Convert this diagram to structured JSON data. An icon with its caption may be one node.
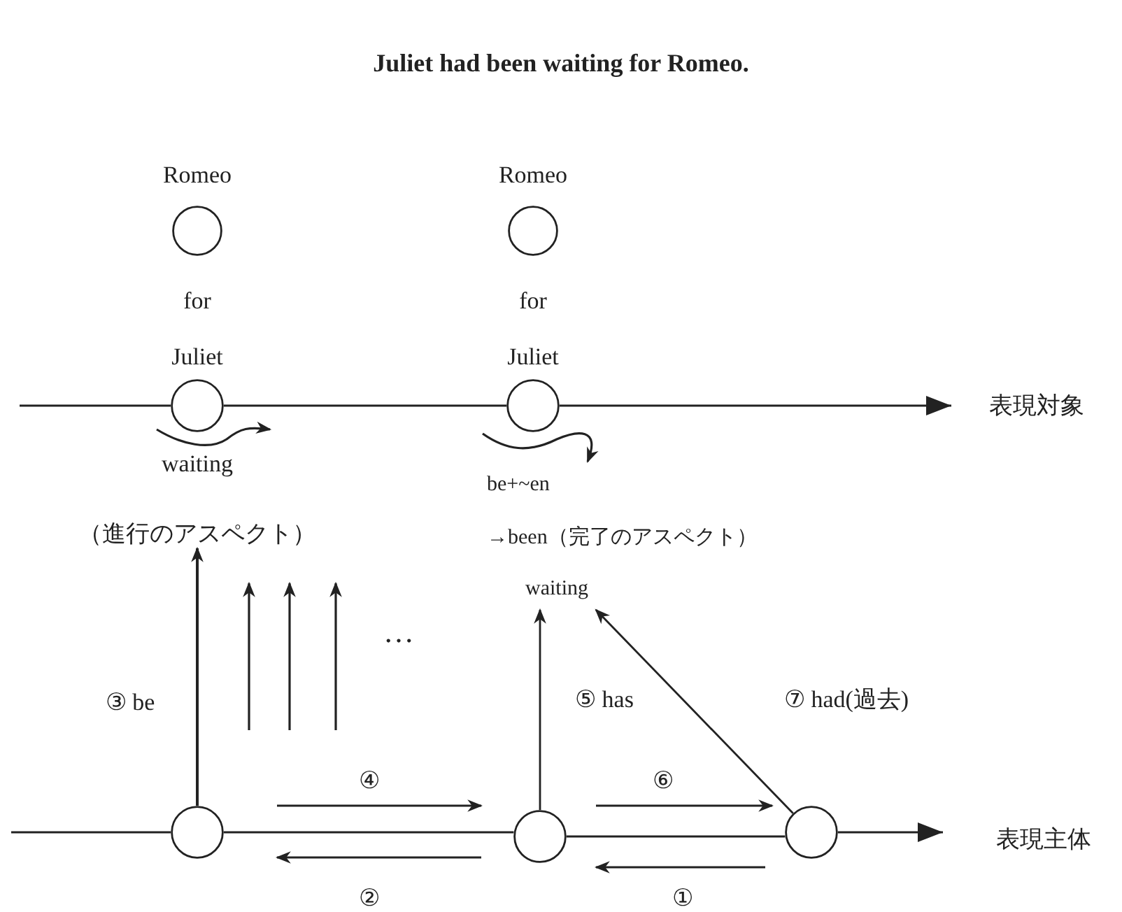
{
  "diagram": {
    "title": "Juliet had been waiting for Romeo.",
    "nodes": [
      {
        "text": [
          "Romeo"
        ]
      },
      {
        "text": [
          "Romeo"
        ]
      },
      {
        "text": [
          "Juliet"
        ]
      },
      {
        "text": [
          "Juliet"
        ]
      },
      {
        "text": [],
        "shape": "circle"
      },
      {
        "text": [],
        "shape": "circle"
      },
      {
        "text": [],
        "shape": "circle"
      },
      {
        "text": [
          "waiting",
          "（進行のアスペクト）"
        ]
      },
      {
        "text": [
          "waiting"
        ]
      }
    ],
    "edges": [
      {
        "from": null,
        "to": 2,
        "arrow": "none"
      },
      {
        "from": 2,
        "to": 3,
        "arrow": "none"
      },
      {
        "from": 3,
        "to": null,
        "arrow": "to"
      },
      {
        "from": null,
        "to": 4,
        "arrow": "none"
      },
      {
        "from": 4,
        "to": 5,
        "arrow": "none"
      },
      {
        "from": 5,
        "to": 6,
        "arrow": "none"
      },
      {
        "from": 6,
        "to": null,
        "arrow": "to"
      },
      {
        "from": 4,
        "to": 7,
        "arrow": "to",
        "label": "③ be"
      },
      {
        "from": 4,
        "to": 5,
        "arrow": "to",
        "label": "④"
      },
      {
        "from": 5,
        "to": 4,
        "arrow": "to",
        "label": "②"
      },
      {
        "from": 5,
        "to": 8,
        "arrow": "to",
        "label": "⑤ has"
      },
      {
        "from": 6,
        "to": 5,
        "arrow": "to",
        "label": "①"
      },
      {
        "from": 5,
        "to": 6,
        "arrow": "to",
        "label": "⑥"
      },
      {
        "from": 6,
        "to": 8,
        "arrow": "to",
        "label": "⑦ had(過去)"
      }
    ],
    "labels": [
      "for",
      "for",
      "be+~en",
      "→been（完了のアスペクト）",
      "…",
      "表現対象",
      "表現主体"
    ]
  }
}
